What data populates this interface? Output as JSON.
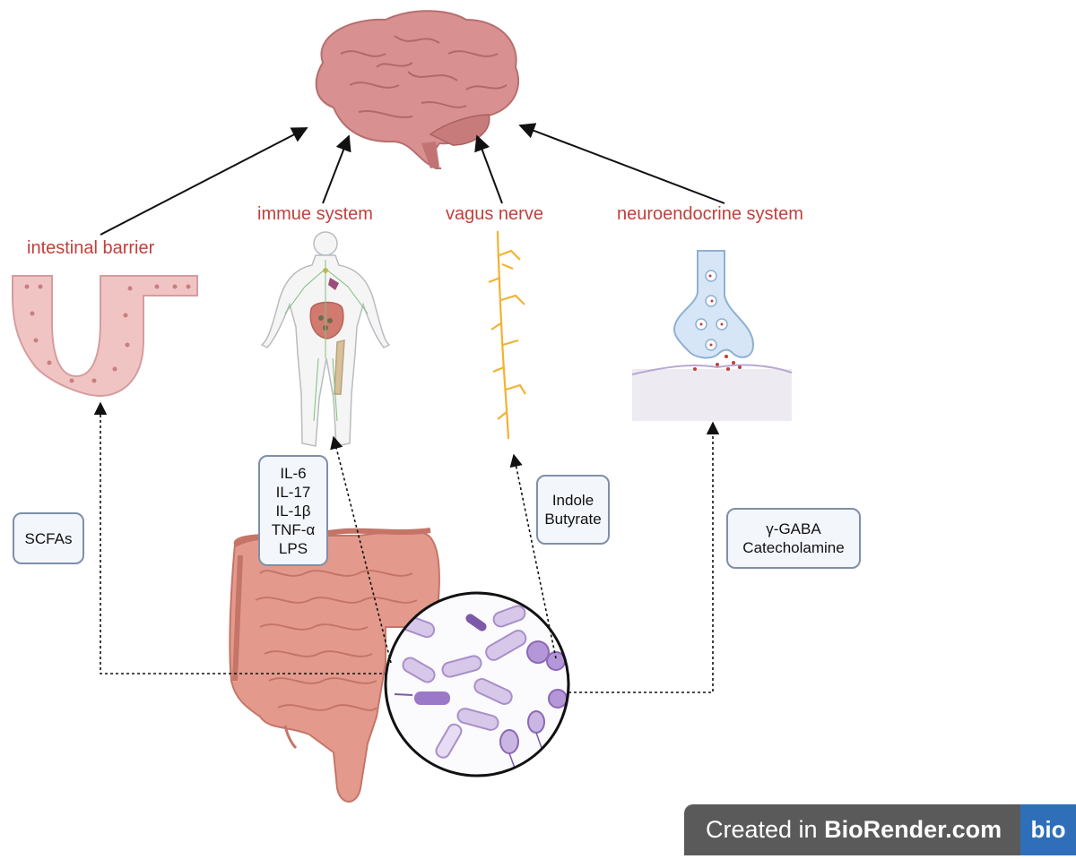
{
  "labels": {
    "intestinal_barrier": "intestinal barrier",
    "immune_system": "immue system",
    "vagus_nerve": "vagus nerve",
    "neuroendocrine_system": "neuroendocrine system"
  },
  "boxes": {
    "scfas": [
      "SCFAs"
    ],
    "cytokines": [
      "IL-6",
      "IL-17",
      "IL-1β",
      "TNF-α",
      "LPS"
    ],
    "indole": [
      "Indole",
      "Butyrate"
    ],
    "gaba": [
      "γ-GABA",
      "Catecholamine"
    ]
  },
  "badge": {
    "prefix": "Created in ",
    "brand": "BioRender.com",
    "logo": "bio"
  },
  "icons": [
    "brain-icon",
    "intestinal-villus-icon",
    "human-body-icon",
    "vagus-nerve-icon",
    "synapse-icon",
    "intestine-icon",
    "microbiota-icon"
  ],
  "colors": {
    "label_red": "#c0403c",
    "brain": "#d99090",
    "nerve": "#f2b233",
    "microbe": "#a98fc9",
    "box_border": "#7f8fa8"
  }
}
